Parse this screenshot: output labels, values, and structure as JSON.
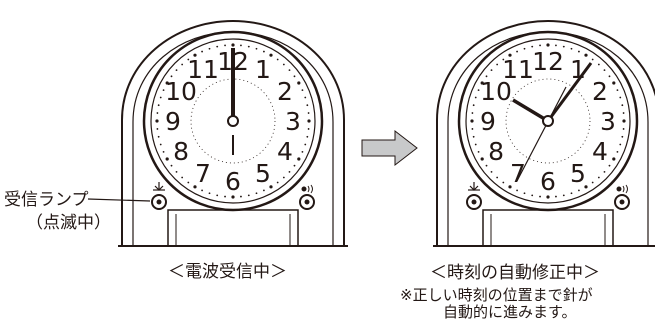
{
  "colors": {
    "ink": "#231815",
    "arrow_gray": "#c8c9ca",
    "background": "#ffffff"
  },
  "icons": {
    "reception_lamp_symbol": "antenna-icon",
    "light_button_symbol": "light-icon"
  },
  "clock_left": {
    "dial_numbers": [
      "12",
      "1",
      "2",
      "3",
      "4",
      "5",
      "6",
      "7",
      "8",
      "9",
      "10",
      "11"
    ],
    "hands": {
      "hour": "12:00",
      "minute": ":00"
    },
    "lamp_label": "受信ランプ",
    "lamp_status": "（点滅中）",
    "caption": "＜電波受信中＞"
  },
  "clock_right": {
    "dial_numbers": [
      "12",
      "1",
      "2",
      "3",
      "4",
      "5",
      "6",
      "7",
      "8",
      "9",
      "10",
      "11"
    ],
    "hands": {
      "hour": "10:07",
      "minute": ":08",
      "second": ":35"
    },
    "caption": "＜時刻の自動修正中＞",
    "note_line1": "※正しい時刻の位置まで針が",
    "note_line2": "自動的に進みます。"
  },
  "transition": "arrow-right"
}
